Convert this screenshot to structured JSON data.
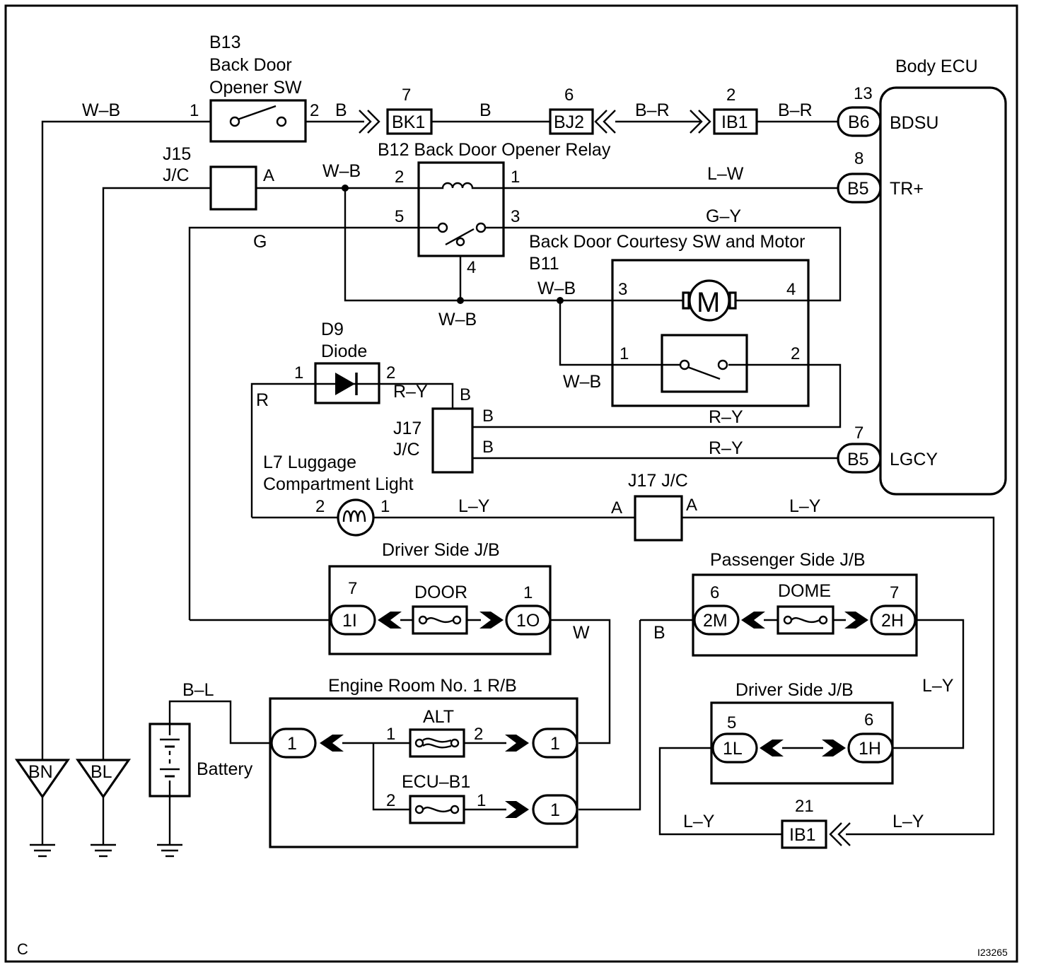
{
  "corner": {
    "left": "C",
    "right": "I23265"
  },
  "components": {
    "b13": {
      "id": "B13",
      "line1": "Back Door",
      "line2": "Opener SW",
      "pin1": "1",
      "pin2": "2"
    },
    "b12": {
      "label": "B12 Back Door Opener Relay",
      "pin1": "1",
      "pin2": "2",
      "pin3": "3",
      "pin4": "4",
      "pin5": "5"
    },
    "b11": {
      "label": "Back Door Courtesy SW and Motor",
      "id": "B11",
      "pin1": "1",
      "pin2": "2",
      "pin3": "3",
      "pin4": "4",
      "motor": "M"
    },
    "d9": {
      "id": "D9",
      "name": "Diode",
      "pin1": "1",
      "pin2": "2"
    },
    "l7": {
      "line1": "L7 Luggage",
      "line2": "Compartment Light",
      "pin1": "1",
      "pin2": "2"
    },
    "j15": {
      "id": "J15",
      "name": "J/C",
      "pin": "A"
    },
    "j17a": {
      "id": "J17",
      "name": "J/C",
      "pinB1": "B",
      "pinB2": "B",
      "pinB3": "B"
    },
    "j17b": {
      "label": "J17 J/C",
      "pinA1": "A",
      "pinA2": "A"
    },
    "ecu": {
      "title": "Body ECU",
      "bdsu": "BDSU",
      "trplus": "TR+",
      "lgcy": "LGCY"
    },
    "battery": {
      "label": "Battery"
    }
  },
  "connectors": {
    "bk1": {
      "label": "BK1",
      "pin": "7"
    },
    "bj2": {
      "label": "BJ2",
      "pin": "6"
    },
    "ib1_top": {
      "label": "IB1",
      "pin": "2"
    },
    "b6": {
      "label": "B6",
      "pin": "13"
    },
    "b5_tr": {
      "label": "B5",
      "pin": "8"
    },
    "b5_lg": {
      "label": "B5",
      "pin": "7"
    },
    "ib1_bot": {
      "label": "IB1",
      "pin": "21"
    }
  },
  "wires": {
    "wb_top": "W–B",
    "b_a": "B",
    "b_b": "B",
    "br_a": "B–R",
    "br_b": "B–R",
    "wb_j15": "W–B",
    "lw": "L–W",
    "gy": "G–Y",
    "g": "G",
    "wb_relay4": "W–B",
    "wb_m3": "W–B",
    "wb_sw1": "W–B",
    "r": "R",
    "ry_diode": "R–Y",
    "ry_sw": "R–Y",
    "ry_lgcy": "R–Y",
    "b_j17a": "B",
    "b_j17b": "B",
    "ly_light": "L–Y",
    "ly_right": "L–Y",
    "w": "W",
    "b_pass": "B",
    "bl": "B–L",
    "ly_pass": "L–Y",
    "ly_ib1l": "L–Y",
    "ly_ib1r": "L–Y"
  },
  "junction_blocks": {
    "driver_jb_top": {
      "title": "Driver Side J/B",
      "fuse": "DOOR",
      "left_conn": "1I",
      "left_pin": "7",
      "right_conn": "1O",
      "right_pin": "1"
    },
    "passenger_jb": {
      "title": "Passenger Side J/B",
      "fuse": "DOME",
      "left_conn": "2M",
      "left_pin": "6",
      "right_conn": "2H",
      "right_pin": "7"
    },
    "engine_rb": {
      "title": "Engine Room No. 1 R/B",
      "alt": "ALT",
      "alt_pin1": "1",
      "alt_pin2": "2",
      "ecub1": "ECU–B1",
      "ecu_pin2": "2",
      "ecu_pin1": "1",
      "in_conn": "1",
      "out_alt": "1",
      "out_ecu": "1"
    },
    "driver_jb_bot": {
      "title": "Driver Side J/B",
      "left_conn": "1L",
      "left_pin": "5",
      "right_conn": "1H",
      "right_pin": "6"
    }
  },
  "grounds": {
    "bn": "BN",
    "bl": "BL"
  }
}
